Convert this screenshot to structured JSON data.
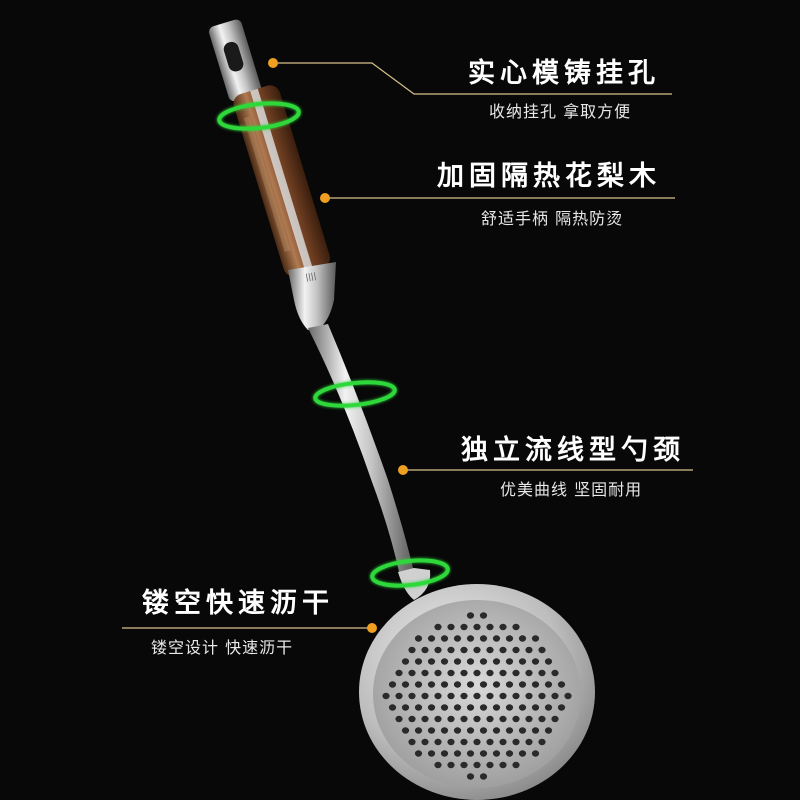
{
  "features": [
    {
      "title": "实心模铸挂孔",
      "subtitle": "收纳挂孔 拿取方便"
    },
    {
      "title": "加固隔热花梨木",
      "subtitle": "舒适手柄 隔热防烫"
    },
    {
      "title": "独立流线型勺颈",
      "subtitle": "优美曲线 坚固耐用"
    },
    {
      "title": "镂空快速沥干",
      "subtitle": "镂空设计 快速沥干"
    }
  ],
  "colors": {
    "background": "#080808",
    "accent_dot": "#f0a020",
    "ring": "#2fd83a",
    "wood": "#7a4a2a",
    "steel": "#c8c8c8"
  },
  "icons": [
    "slotted-ladle-image",
    "hanging-hole-icon"
  ]
}
